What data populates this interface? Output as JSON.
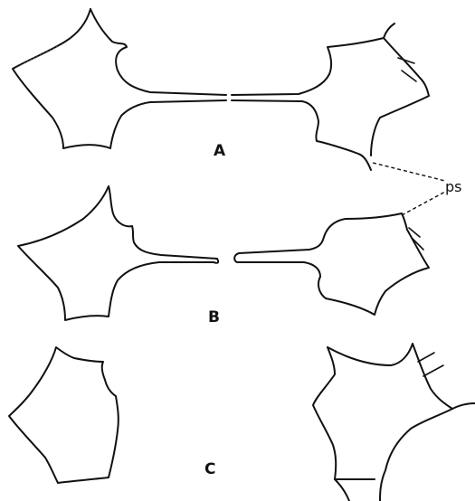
{
  "figure": {
    "panels": [
      {
        "id": "A",
        "label": "A"
      },
      {
        "id": "B",
        "label": "B"
      },
      {
        "id": "C",
        "label": "C"
      }
    ],
    "callout": {
      "label": "ps"
    }
  }
}
